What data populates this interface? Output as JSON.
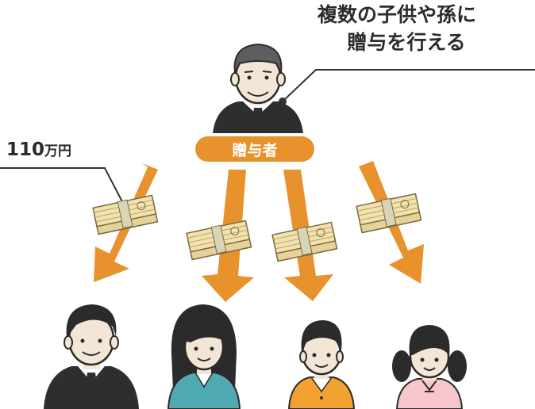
{
  "headline": {
    "line1": "複数の子供や孫に",
    "line2": "贈与を行える"
  },
  "giver": {
    "label": "贈与者"
  },
  "amount": {
    "value": "110",
    "unit": "万円"
  },
  "colors": {
    "orange": "#E8922E",
    "dark": "#2B2B2B",
    "skin": "#F4E6D6",
    "suit": "#2E2E2E",
    "money": "#F1E2AE",
    "band": "#D9D3B8",
    "teal": "#4FA9B1",
    "shirt_orange": "#F3A232",
    "pink": "#F6C6CC",
    "line": "#333333"
  }
}
